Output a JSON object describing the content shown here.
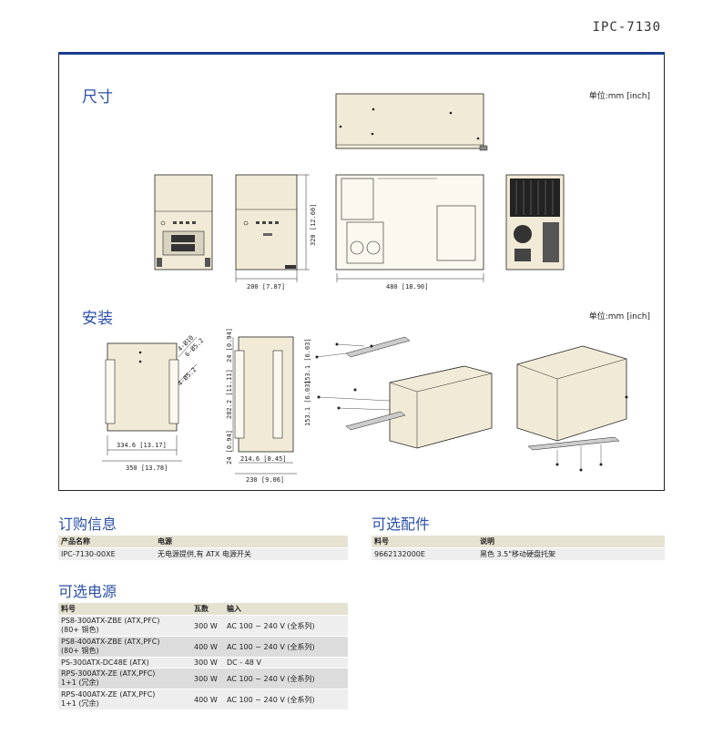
{
  "header": {
    "model": "IPC-7130"
  },
  "dimensions": {
    "title": "尺寸",
    "unit": "单位:mm [inch]",
    "dims": [
      "200 [7.87]",
      "480 [18.90]",
      "320 [12.60]"
    ]
  },
  "install": {
    "title": "安装",
    "unit": "单位:mm [inch]",
    "dims": [
      "334.6 [13.17]",
      "350 [13.78]",
      "214.6 [8.45]",
      "230 [9.06]",
      "24 [0.94]",
      "282.2 [11.11]",
      "24 [0.94]",
      "153.1 [6.03]",
      "153.1 [6.03]",
      "4-Ø10",
      "6-Ø5.2",
      "4-Ø5.2"
    ]
  },
  "ordering": {
    "title": "订购信息",
    "headers": [
      "产品名称",
      "电源"
    ],
    "rows": [
      [
        "IPC-7130-00XE",
        "无电源提供,有 ATX 电源开关"
      ]
    ]
  },
  "accessories": {
    "title": "可选配件",
    "headers": [
      "料号",
      "说明"
    ],
    "rows": [
      [
        "9662132000E",
        "黑色 3.5\"移动硬盘托架"
      ]
    ]
  },
  "power": {
    "title": "可选电源",
    "headers": [
      "料号",
      "瓦数",
      "输入"
    ],
    "rows": [
      [
        "PS8-300ATX-ZBE (ATX,PFC)",
        "(80+ 铜色)",
        "300 W",
        "AC 100 ~ 240 V (全系列)"
      ],
      [
        "PS8-400ATX-ZBE (ATX,PFC)",
        "(80+ 铜色)",
        "400 W",
        "AC 100 ~ 240 V (全系列)"
      ],
      [
        "PS-300ATX-DC48E (ATX)",
        "",
        "300 W",
        "DC - 48 V"
      ],
      [
        "RPS-300ATX-ZE (ATX,PFC)",
        "1+1 (冗余)",
        "300 W",
        "AC 100 ~ 240 V (全系列)"
      ],
      [
        "RPS-400ATX-ZE (ATX,PFC)",
        "1+1 (冗余)",
        "400 W",
        "AC 100 ~ 240 V (全系列)"
      ]
    ]
  },
  "colors": {
    "accent": "#1a3c8c",
    "heading": "#2a4fa8",
    "case": "#f1ead6"
  }
}
